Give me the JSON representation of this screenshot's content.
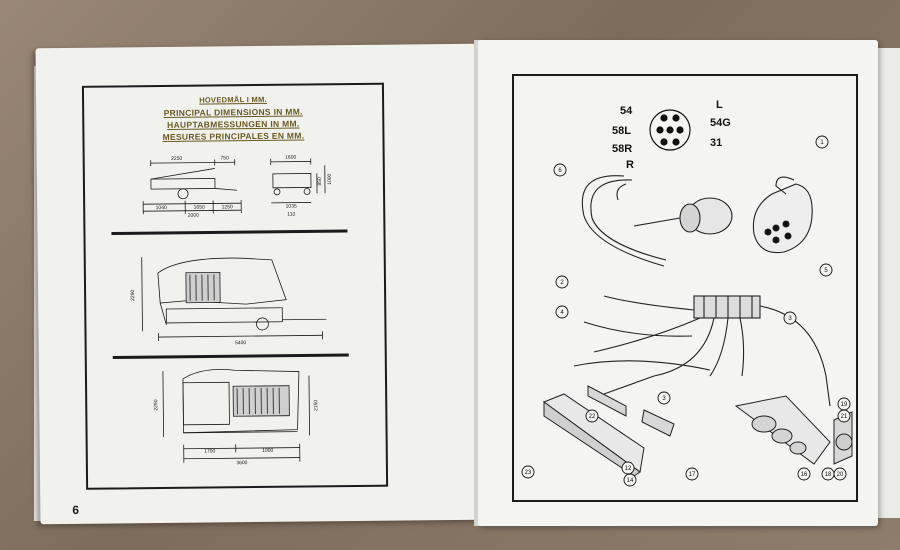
{
  "left_page": {
    "titles": [
      "HOVEDMÅL I MM.",
      "PRINCIPAL DIMENSIONS IN MM.",
      "HAUPTABMESSUNGEN IN MM.",
      "MESURES PRINCIPALES EN MM."
    ],
    "page_number": "6",
    "dims_top": {
      "d2250": "2250",
      "d750": "750",
      "d1600": "1600",
      "d1040": "1040",
      "d1650": "1650",
      "d1250": "1250",
      "d2000": "2000",
      "d1035": "1035",
      "d110": "110",
      "d850": "850",
      "d1000": "1000"
    },
    "dims_mid": {
      "height": "2290",
      "length": "5400"
    },
    "dims_bottom": {
      "height_left": "2290",
      "height_right": "2150",
      "d1700": "1700",
      "d1900": "1900",
      "d3600": "3600"
    }
  },
  "right_page": {
    "socket_labels": {
      "l54": "54",
      "lL": "L",
      "l58L": "58L",
      "l54G": "54G",
      "l58R": "58R",
      "l31": "31",
      "lR": "R"
    },
    "callouts": {
      "c1": "1",
      "c2": "2",
      "c3a": "3",
      "c3b": "3",
      "c4": "4",
      "c5": "5",
      "c6": "6",
      "c12": "12",
      "c14": "14",
      "c16": "16",
      "c17": "17",
      "c18": "18",
      "c19": "19",
      "c20": "20",
      "c21": "21",
      "c22": "22",
      "c23": "23"
    }
  }
}
